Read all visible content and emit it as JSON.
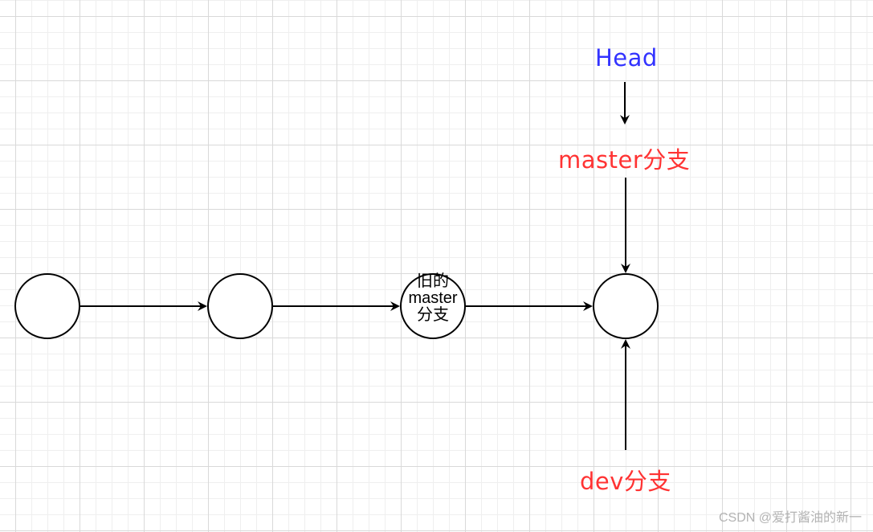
{
  "labels": {
    "head": "Head",
    "master_branch": "master分支",
    "dev_branch": "dev分支",
    "old_master_node": "旧的master分支"
  },
  "watermark": "CSDN @爱打酱油的新一",
  "colors": {
    "head": "#3333ff",
    "branch": "#ff3333",
    "stroke": "#000000",
    "grid_major": "#d9d9d9",
    "grid_minor": "#efefef"
  }
}
